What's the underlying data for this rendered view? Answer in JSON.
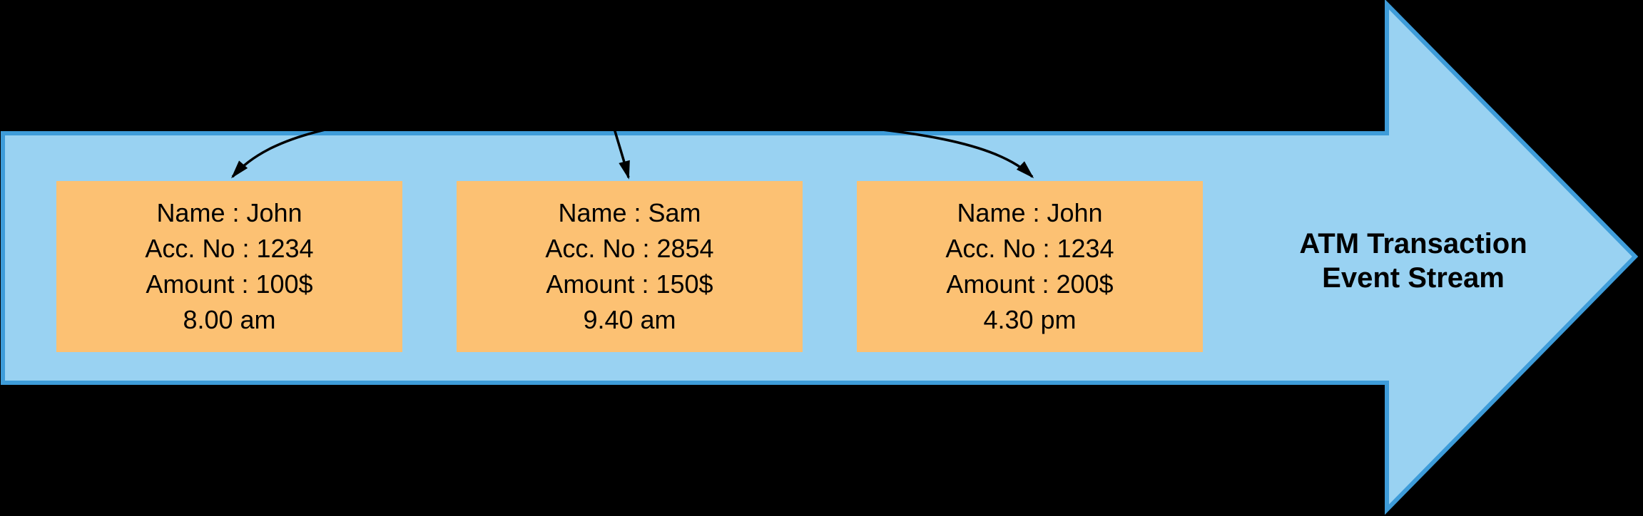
{
  "canvas": {
    "background_color": "#000000"
  },
  "stream_arrow": {
    "label_line1": "ATM Transaction",
    "label_line2": "Event Stream",
    "fill_color": "#99D2F2",
    "border_color": "#3E9CD9",
    "label_text_color": "#000000"
  },
  "event_card_style": {
    "fill_color": "#FCC173",
    "text_color": "#000000"
  },
  "event_cards": [
    {
      "name": "Name : John",
      "account": "Acc. No : 1234",
      "amount": "Amount : 100$",
      "time": "8.00 am"
    },
    {
      "name": "Name : Sam",
      "account": "Acc. No : 2854",
      "amount": "Amount : 150$",
      "time": "9.40 am"
    },
    {
      "name": "Name : John",
      "account": "Acc. No : 1234",
      "amount": "Amount : 200$",
      "time": "4.30 pm"
    }
  ],
  "connectors": {
    "color": "#000000"
  }
}
